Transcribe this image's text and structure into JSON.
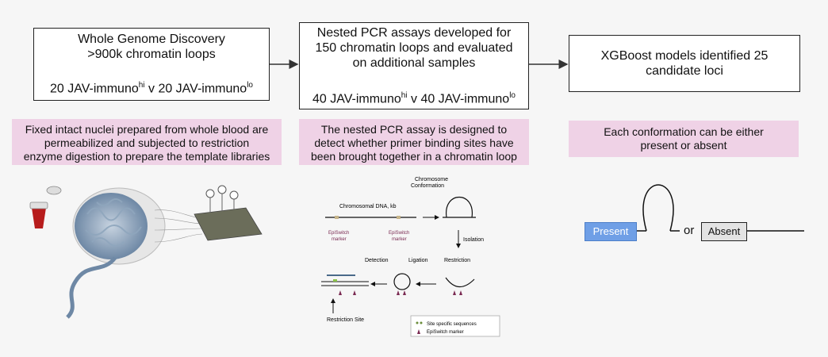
{
  "boxes": {
    "discovery": {
      "line1": "Whole Genome Discovery",
      "line2": ">900k chromatin loops",
      "comparison": {
        "n1": "20 JAV-immuno",
        "s1": "hi",
        "mid": " v 20 JAV-immuno",
        "s2": "lo"
      }
    },
    "nested": {
      "line1": "Nested PCR assays developed for",
      "line2": "150 chromatin loops and evaluated",
      "line3": "on additional samples",
      "comparison": {
        "n1": "40 JAV-immuno",
        "s1": "hi",
        "mid": " v 40 JAV-immuno",
        "s2": "lo"
      }
    },
    "xgboost": {
      "line1": "XGBoost models identified 25",
      "line2": "candidate loci"
    }
  },
  "notes": {
    "fixed": [
      "Fixed intact nuclei prepared from whole blood are",
      "permeabilized and subjected to restriction",
      "enzyme digestion to prepare the template libraries"
    ],
    "nested": [
      "The nested PCR assay is designed to",
      "detect whether primer binding sites have",
      "been brought together in a chromatin loop"
    ],
    "conformation": [
      "Each conformation can be either",
      "present or absent"
    ]
  },
  "schematic": {
    "chromosome_conformation": [
      "Chromosome",
      "Conformation"
    ],
    "chromosomal_dna": "Chromosomal DNA, kb",
    "episwitch_marker": [
      "EpiSwitch",
      "marker"
    ],
    "isolation": "Isolation",
    "restriction": "Restriction",
    "ligation": "Ligation",
    "detection": "Detection",
    "restriction_site": "Restriction Site",
    "legend": {
      "sites": "Site specific sequences",
      "marker": "EpiSwitch marker"
    }
  },
  "present_absent": {
    "present": "Present",
    "or": "or",
    "absent": "Absent"
  },
  "colors": {
    "pink_note": "#efd2e6",
    "present_button": "#6f9fe6",
    "absent_button": "#e3e3e3",
    "marker": "#7a2a52"
  }
}
